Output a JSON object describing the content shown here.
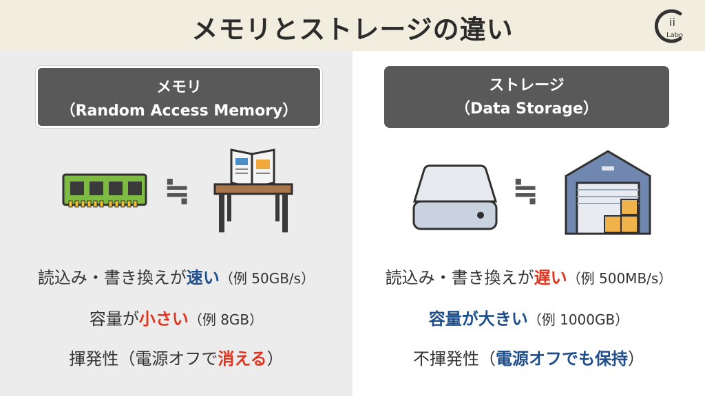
{
  "header": {
    "title": "メモリとストレージの違い",
    "logo_icon": "chii-labo-logo-icon",
    "logo_text_top": "ii",
    "logo_text_bottom": "Labo"
  },
  "left": {
    "label_line1": "メモリ",
    "label_line2": "（Random Access Memory）",
    "approx": "≒",
    "icons": [
      "ram-module-icon",
      "desk-with-book-icon"
    ],
    "line1": {
      "pre": "読込み・書き換えが",
      "hl": "速い",
      "post": "（例 50GB/s）"
    },
    "line2": {
      "pre": "容量が",
      "hl": "小さい",
      "post": "（例 8GB）"
    },
    "line3": {
      "pre": "揮発性（電源オフで",
      "hl": "消える",
      "post": "）"
    }
  },
  "right": {
    "label_line1": "ストレージ",
    "label_line2": "（Data Storage）",
    "approx": "≒",
    "icons": [
      "hard-drive-icon",
      "warehouse-icon"
    ],
    "line1": {
      "pre": "読込み・書き換えが",
      "hl": "遅い",
      "post": "（例 500MB/s）"
    },
    "line2": {
      "hl": "容量が大きい",
      "post": "（例 1000GB）"
    },
    "line3": {
      "pre": "不揮発性（",
      "hl": "電源オフでも保持",
      "post": "）"
    }
  },
  "colors": {
    "accent_blue": "#1f4e8c",
    "accent_red": "#e0351f",
    "header_bg": "#f2eedf",
    "label_bg": "#595959"
  }
}
